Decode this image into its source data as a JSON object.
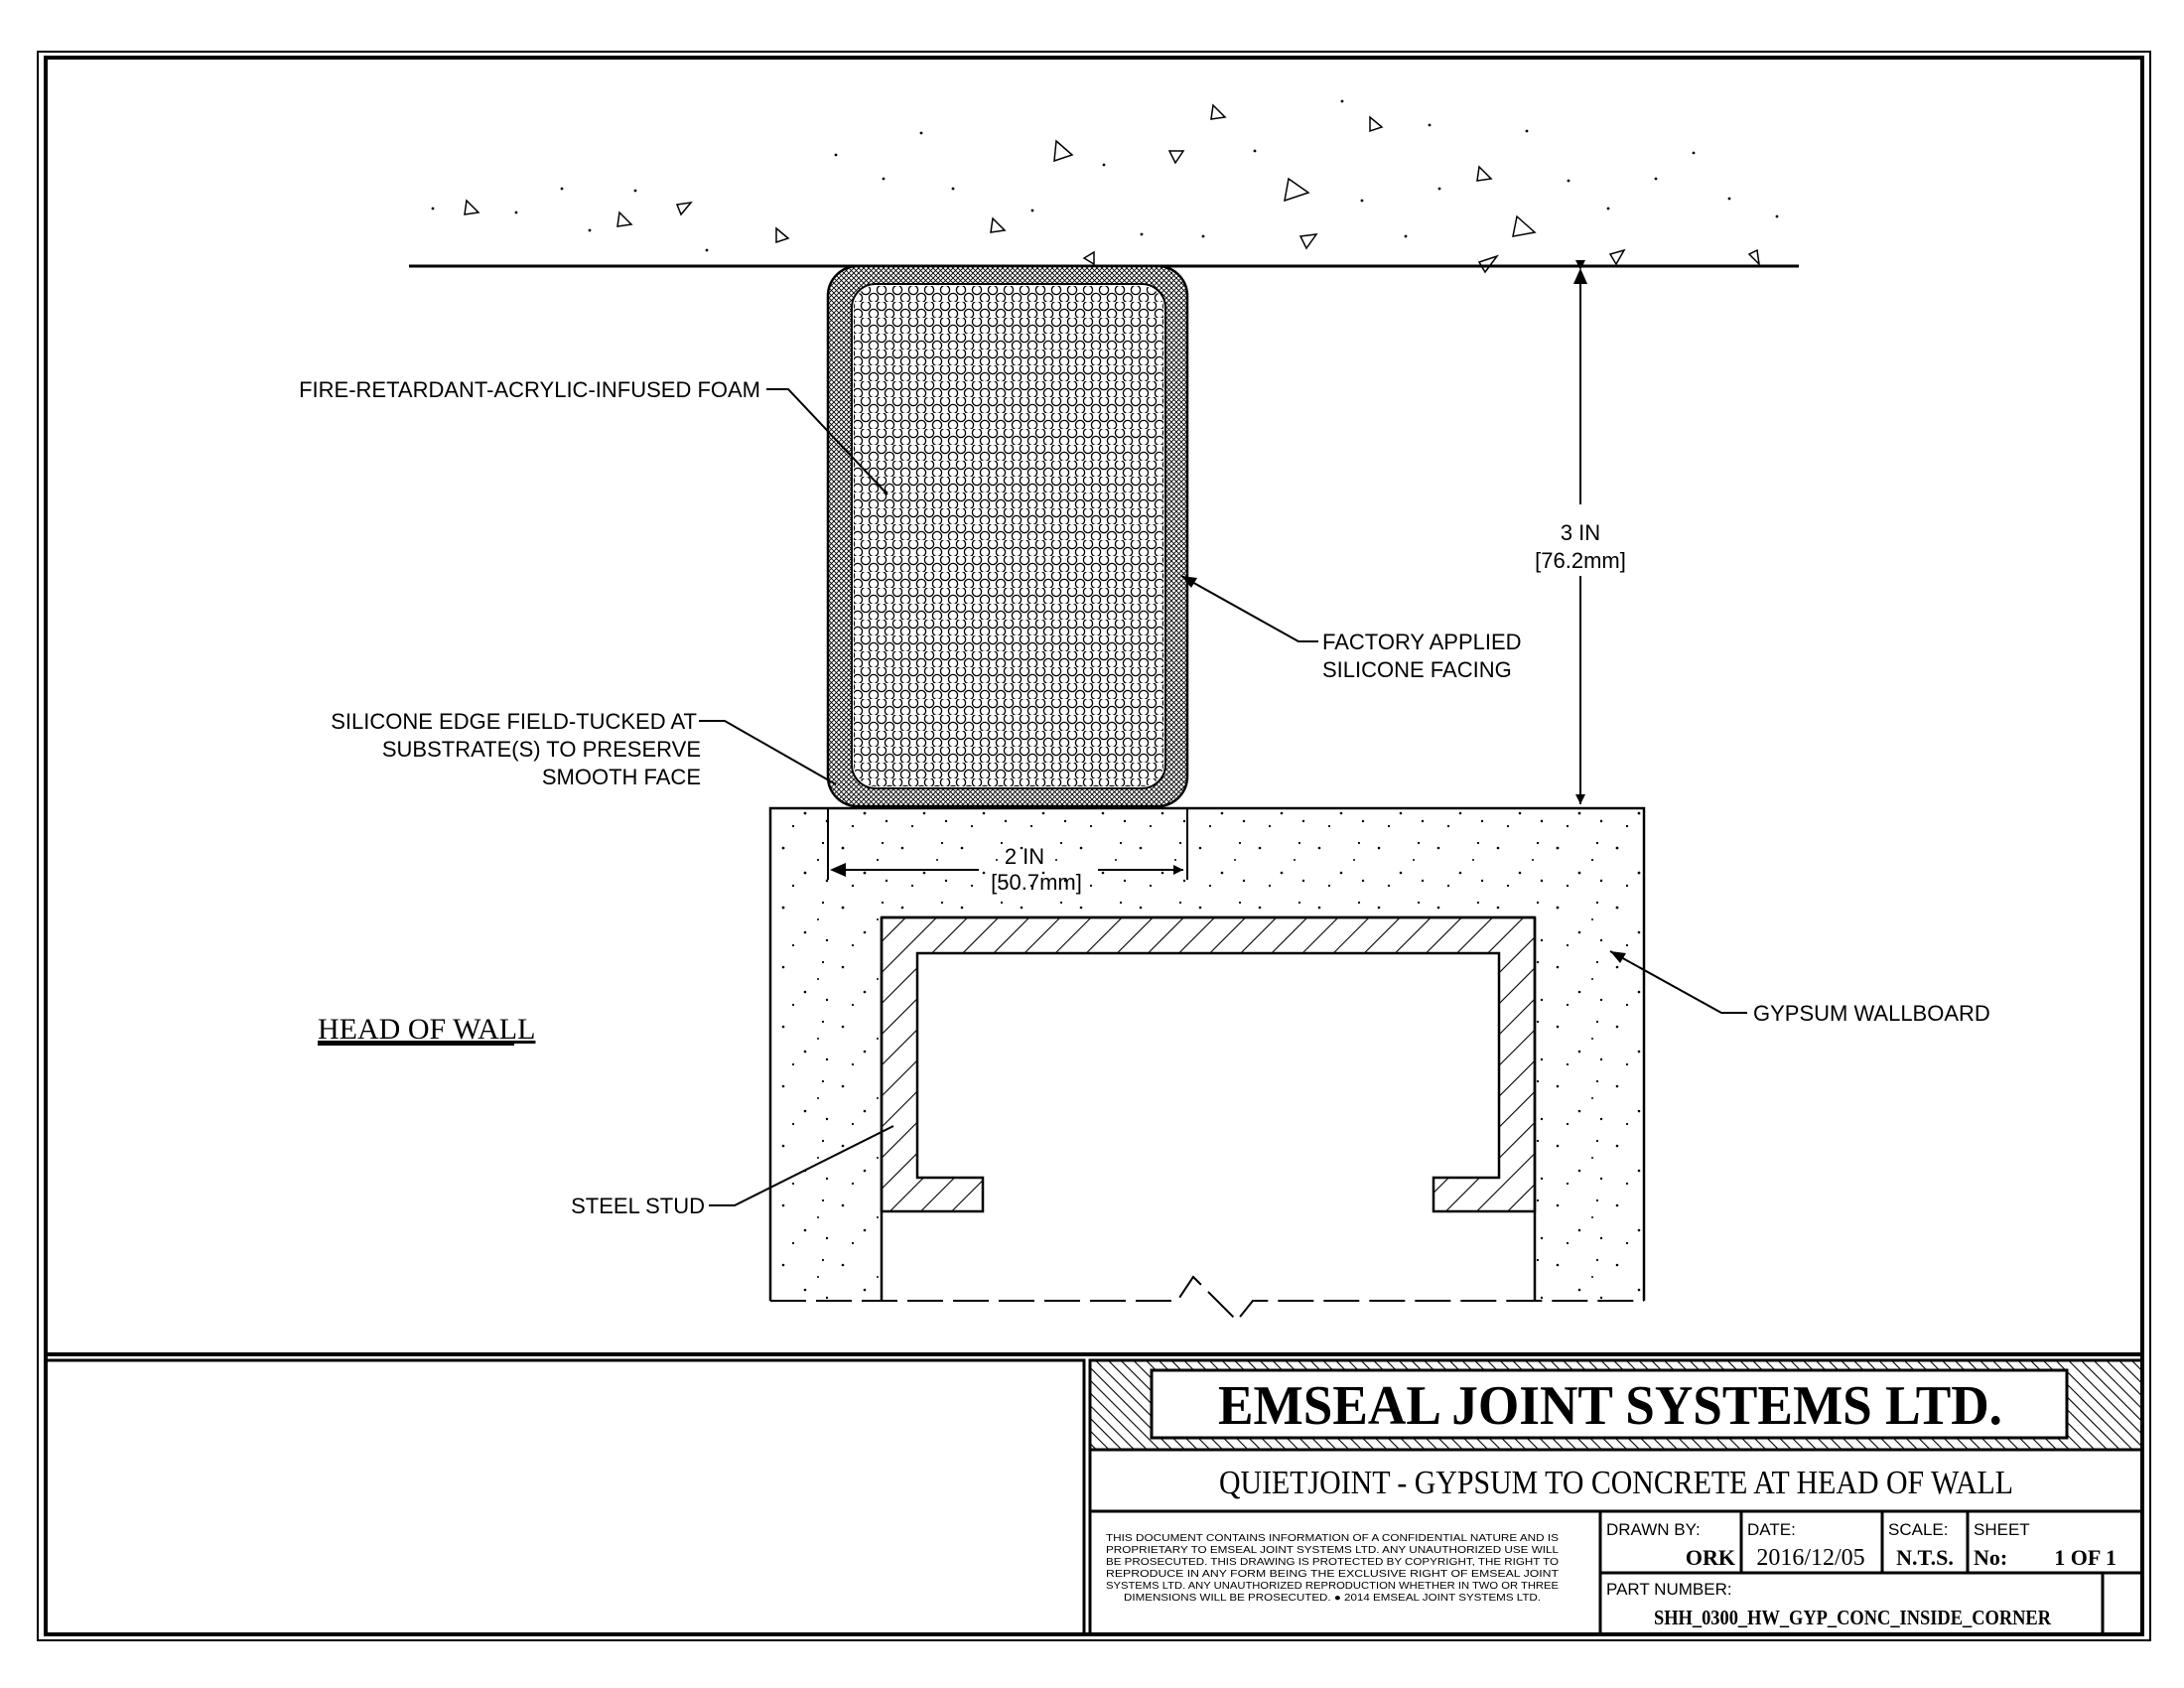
{
  "drawing": {
    "callouts": {
      "foam": "FIRE-RETARDANT-ACRYLIC-INFUSED FOAM",
      "facing_line1": "FACTORY APPLIED",
      "facing_line2": "SILICONE FACING",
      "edge_line1": "SILICONE EDGE FIELD-TUCKED AT",
      "edge_line2": "SUBSTRATE(S) TO PRESERVE",
      "edge_line3": "SMOOTH FACE",
      "gypsum": "GYPSUM WALLBOARD",
      "stud": "STEEL STUD"
    },
    "view_title": "HEAD OF WALL",
    "dim_height": "3 IN",
    "dim_height_mm": "[76.2mm]",
    "dim_width": "2 IN",
    "dim_width_mm": "[50.7mm]"
  },
  "title_block": {
    "company": "EMSEAL JOINT SYSTEMS LTD.",
    "title": "QUIETJOINT - GYPSUM TO CONCRETE AT HEAD OF WALL",
    "notice_lines": [
      "THIS DOCUMENT CONTAINS INFORMATION OF A CONFIDENTIAL NATURE AND IS",
      "PROPRIETARY TO EMSEAL JOINT SYSTEMS LTD. ANY UNAUTHORIZED USE WILL",
      "BE PROSECUTED. THIS DRAWING IS PROTECTED BY COPYRIGHT, THE RIGHT TO",
      "REPRODUCE IN ANY FORM BEING THE EXCLUSIVE RIGHT OF EMSEAL JOINT",
      "SYSTEMS LTD. ANY UNAUTHORIZED REPRODUCTION WHETHER IN TWO OR THREE",
      "DIMENSIONS WILL BE PROSECUTED. ● 2014 EMSEAL JOINT SYSTEMS LTD."
    ],
    "drawn_by_label": "DRAWN BY:",
    "drawn_by": "ORK",
    "date_label": "DATE:",
    "date": "2016/12/05",
    "scale_label": "SCALE:",
    "scale": "N.T.S.",
    "sheet_label": "SHEET",
    "sheet_no_label": "No:",
    "sheet": "1 OF 1",
    "part_number_label": "PART NUMBER:",
    "part_number": "SHH_0300_HW_GYP_CONC_INSIDE_CORNER"
  }
}
